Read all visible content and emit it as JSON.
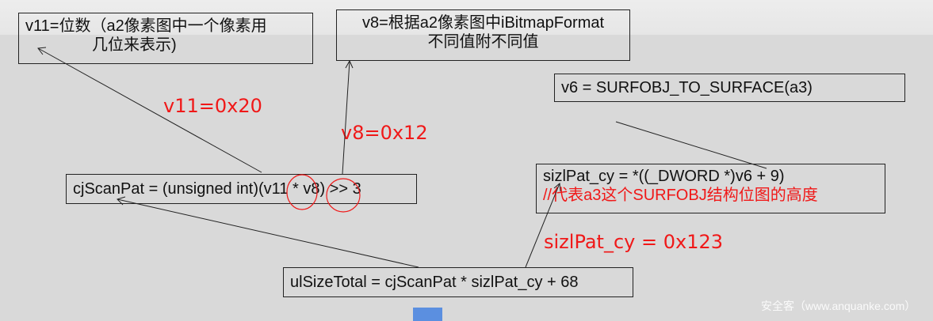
{
  "boxes": {
    "v11_desc": {
      "line1": "v11=位数（a2像素图中一个像素用",
      "line2": "几位来表示)"
    },
    "v8_desc": {
      "line1": "v8=根据a2像素图中iBitmapFormat",
      "line2": "不同值附不同值"
    },
    "v6": {
      "text": "v6 = SURFOBJ_TO_SURFACE(a3)"
    },
    "cjscanpat": {
      "text": "cjScanPat = (unsigned int)(v11 * v8) >> 3"
    },
    "sizlpat": {
      "line1": "sizlPat_cy = *((_DWORD *)v6 + 9)",
      "comment": "//代表a3这个SURFOBJ结构位图的高度"
    },
    "ulsize": {
      "text": "ulSizeTotal = cjScanPat * sizlPat_cy + 68"
    }
  },
  "labels": {
    "v11_value": "v11=0x20",
    "v8_value": "v8=0x12",
    "sizlpat_value": "sizlPat_cy = 0x123"
  },
  "watermark": "安全客（www.anquanke.com）",
  "colors": {
    "annotation": "#f01818",
    "accent_block": "#5b8fe0"
  }
}
